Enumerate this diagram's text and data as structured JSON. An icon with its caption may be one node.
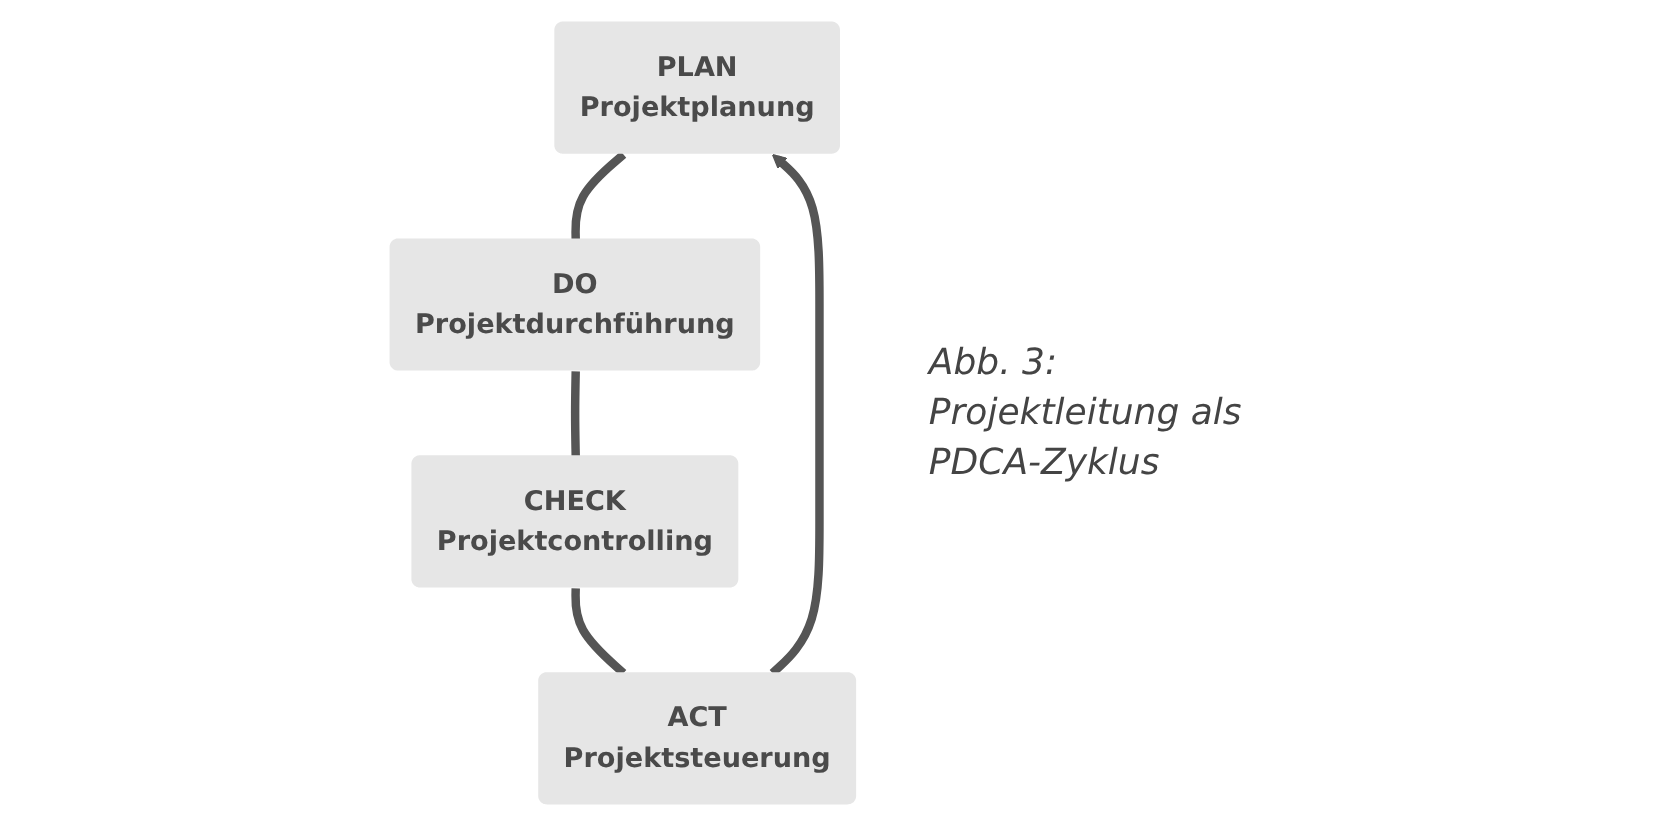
{
  "diagram": {
    "caption": "Abb. 3: Projektleitung als PDCA-Zyklus",
    "nodes": [
      {
        "text": [
          "PLAN",
          "Projektplanung"
        ]
      },
      {
        "text": [
          "DO",
          "Projektdurchführung"
        ]
      },
      {
        "text": [
          "CHECK",
          "Projektcontrolling"
        ]
      },
      {
        "text": [
          "ACT",
          "Projektsteuerung"
        ]
      }
    ],
    "edges": [
      {
        "from": 0,
        "to": 1,
        "arrow": "none"
      },
      {
        "from": 1,
        "to": 2,
        "arrow": "none"
      },
      {
        "from": 2,
        "to": 3,
        "arrow": "none"
      },
      {
        "from": 3,
        "to": 0,
        "arrow": "to"
      }
    ]
  }
}
